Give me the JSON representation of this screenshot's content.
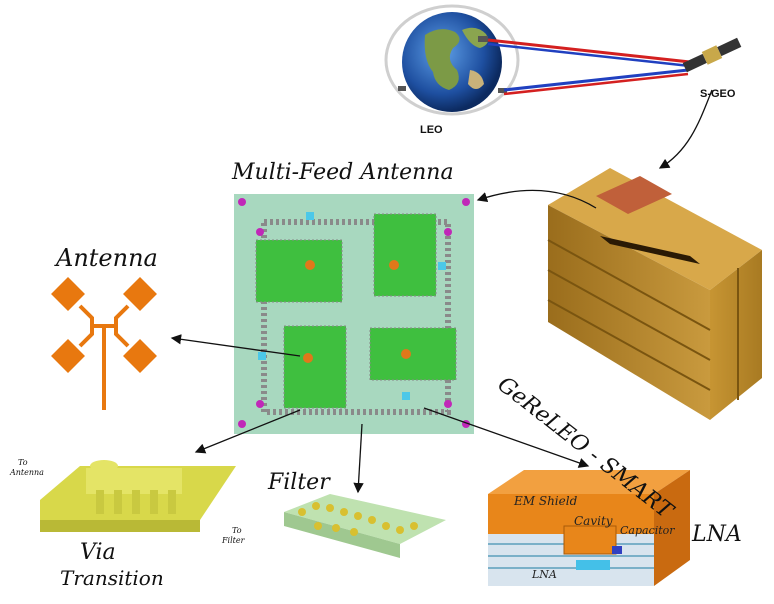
{
  "labels": {
    "leo": "LEO",
    "sgeo": "S-GEO",
    "multi_feed": "Multi-Feed Antenna",
    "antenna": "Antenna",
    "gerelo": "GeReLEO - SMART",
    "filter": "Filter",
    "lna": "LNA",
    "via_1": "Via",
    "via_2": "Transition",
    "to_antenna_1": "To",
    "to_antenna_2": "Antenna",
    "to_filter_1": "To",
    "to_filter_2": "Filter",
    "em_shield": "EM Shield",
    "cavity": "Cavity",
    "capacitor": "Capacitor",
    "lna_inner": "LNA"
  },
  "colors": {
    "board": "#a8d8bf",
    "patch": "#3fbf3f",
    "antenna_orange": "#e8780f",
    "satellite_box": "#b8862a",
    "via_yellow": "#d8d84a",
    "lna_orange": "#e8861a",
    "link_red": "#d42020",
    "link_blue": "#2040c0"
  }
}
